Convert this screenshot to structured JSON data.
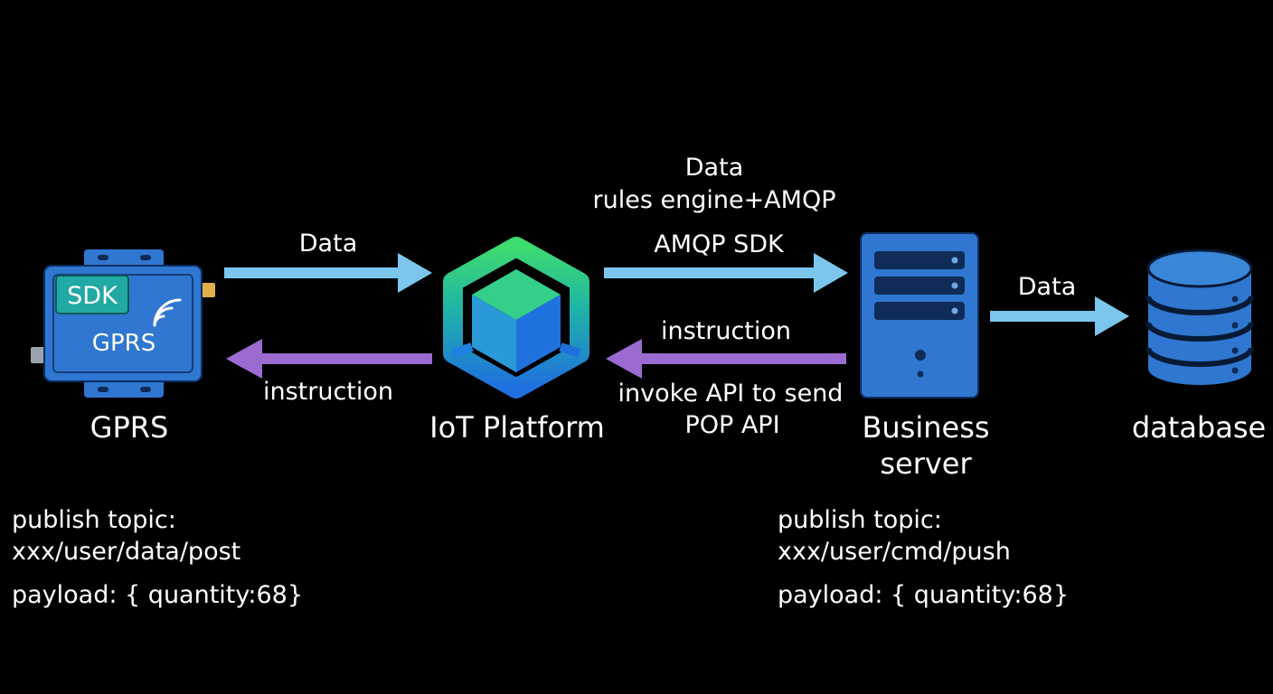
{
  "colors": {
    "background": "#000000",
    "text": "#ffffff",
    "data_arrow": "#7cc6ee",
    "instruction_arrow": "#9b6bd1",
    "device_blue": "#2f77d0",
    "device_teal": "#22a7a0",
    "server_blue": "#2f77d0",
    "database_blue": "#2f77d0",
    "platform_green": "#39d37a",
    "platform_blue": "#1f7fd9"
  },
  "nodes": {
    "gprs": {
      "icon": "gprs-module-icon",
      "chip_label": "SDK",
      "body_label": "GPRS",
      "label": "GPRS"
    },
    "iot_platform": {
      "icon": "iot-platform-hexagon-cube-icon",
      "label": "IoT Platform"
    },
    "business_server": {
      "icon": "server-tower-icon",
      "label_line1": "Business",
      "label_line2": "server"
    },
    "database": {
      "icon": "database-cylinder-icon",
      "label": "database"
    }
  },
  "edges": {
    "gprs_to_platform": {
      "label": "Data"
    },
    "platform_to_gprs": {
      "label": "instruction"
    },
    "platform_to_server": {
      "label_line1": "Data",
      "label_line2": "rules engine+AMQP",
      "label_line3": "AMQP SDK"
    },
    "server_to_platform": {
      "label_top": "instruction",
      "label_bottom_line1": "invoke API to send",
      "label_bottom_line2": "POP API"
    },
    "server_to_database": {
      "label": "Data"
    }
  },
  "device_info": {
    "line1": "publish topic:",
    "line2": "xxx/user/data/post",
    "line3": "payload: { quantity:68}"
  },
  "server_info": {
    "line1": "publish topic:",
    "line2": "xxx/user/cmd/push",
    "line3": "payload:  { quantity:68}"
  }
}
